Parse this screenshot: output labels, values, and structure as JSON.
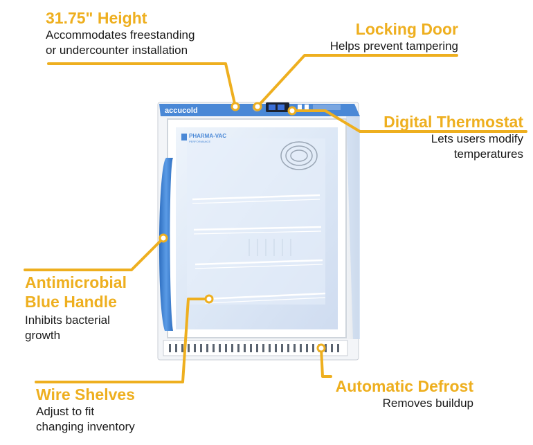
{
  "brand": {
    "logo_text": "accucold",
    "panel_text": "PHARMA-VAC",
    "panel_subtext": "PERFORMANCE"
  },
  "features": [
    {
      "title": "31.75\" Height",
      "desc": [
        "Accommodates freestanding",
        "or undercounter installation"
      ]
    },
    {
      "title": "Locking Door",
      "desc": [
        "Helps prevent tampering"
      ]
    },
    {
      "title": "Digital Thermostat",
      "desc": [
        "Lets users modify",
        "temperatures"
      ]
    },
    {
      "title": "Antimicrobial",
      "title2": "Blue Handle",
      "desc": [
        "Inhibits bacterial",
        "growth"
      ]
    },
    {
      "title": "Wire Shelves",
      "desc": [
        "Adjust to fit",
        "changing inventory"
      ]
    },
    {
      "title": "Automatic Defrost",
      "desc": [
        "Removes buildup"
      ]
    }
  ],
  "colors": {
    "accent": "#eeaf1f",
    "handle_blue": "#3b7fd0",
    "trim_blue": "#4a88d6"
  }
}
